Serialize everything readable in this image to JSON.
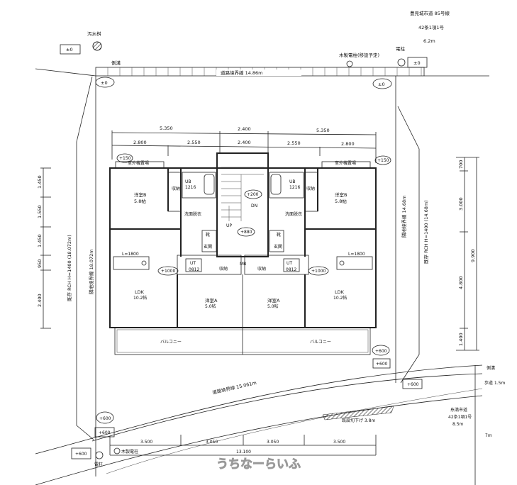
{
  "road_top": {
    "name": "豊見城市道 85号線",
    "class": "42条1項1号",
    "width": "6.2m",
    "gutter": "側溝",
    "boundary": "道路境界線 14.86m",
    "wood_pole": "木製電柱(移設予定)",
    "pole": "電柱",
    "manhole": "汚水桝"
  },
  "levels": {
    "zero": "±0",
    "p150": "+150",
    "p200": "+200",
    "p880": "+880",
    "p1000": "+1000",
    "p600": "+600"
  },
  "dims_top": {
    "row1": [
      "5.350",
      "2.400",
      "5.350"
    ],
    "row2": [
      "2.800",
      "2.550",
      "2.400",
      "2.550",
      "2.800"
    ]
  },
  "dims_left": [
    "1.450",
    "1.550",
    "1.450",
    "950",
    "2.400"
  ],
  "dims_right": [
    "700",
    "3.000",
    "4.800",
    "1.400"
  ],
  "dims_right_total": "9.900",
  "dims_bottom": {
    "segments": [
      "3.500",
      "3.050",
      "3.050",
      "3.500"
    ],
    "total": "13.100"
  },
  "boundaries": {
    "left_wall": "既存 RCH H=1400 (18.072m)",
    "left_line": "隣地境界線 18.072m",
    "right_line": "隣地境界線 14.68m",
    "right_wall": "既存 RCH H=1400 (14.68m)"
  },
  "rooms": {
    "western_b": "洋室B",
    "western_b_size": "5.8帖",
    "western_a": "洋室A",
    "western_a_size": "5.0帖",
    "ldk": "LDK",
    "ldk_size": "10.2帖",
    "storage": "収納",
    "ub": "UB",
    "ub_size": "1216",
    "washroom": "洗面脱衣",
    "shoes": "靴",
    "entrance": "玄関",
    "ut": "UT",
    "ut_size": "0812",
    "mb": "MB",
    "outdoor_unit": "室外機置場",
    "kitchen": "L=1800",
    "balcony": "バルコニー",
    "up": "UP",
    "dn": "DN"
  },
  "road_bottom": {
    "boundary": "道路境界線 15.061m",
    "curb_cut": "既設切下げ 3.8m",
    "gutter": "側溝",
    "sidewalk": "歩道 1.5m",
    "name": "糸満市道",
    "class": "42条1項1号",
    "width": "8.5m",
    "distance": "7m",
    "wood_pole": "木製電柱",
    "pole": "電柱"
  },
  "watermark": "うちなーらいふ"
}
